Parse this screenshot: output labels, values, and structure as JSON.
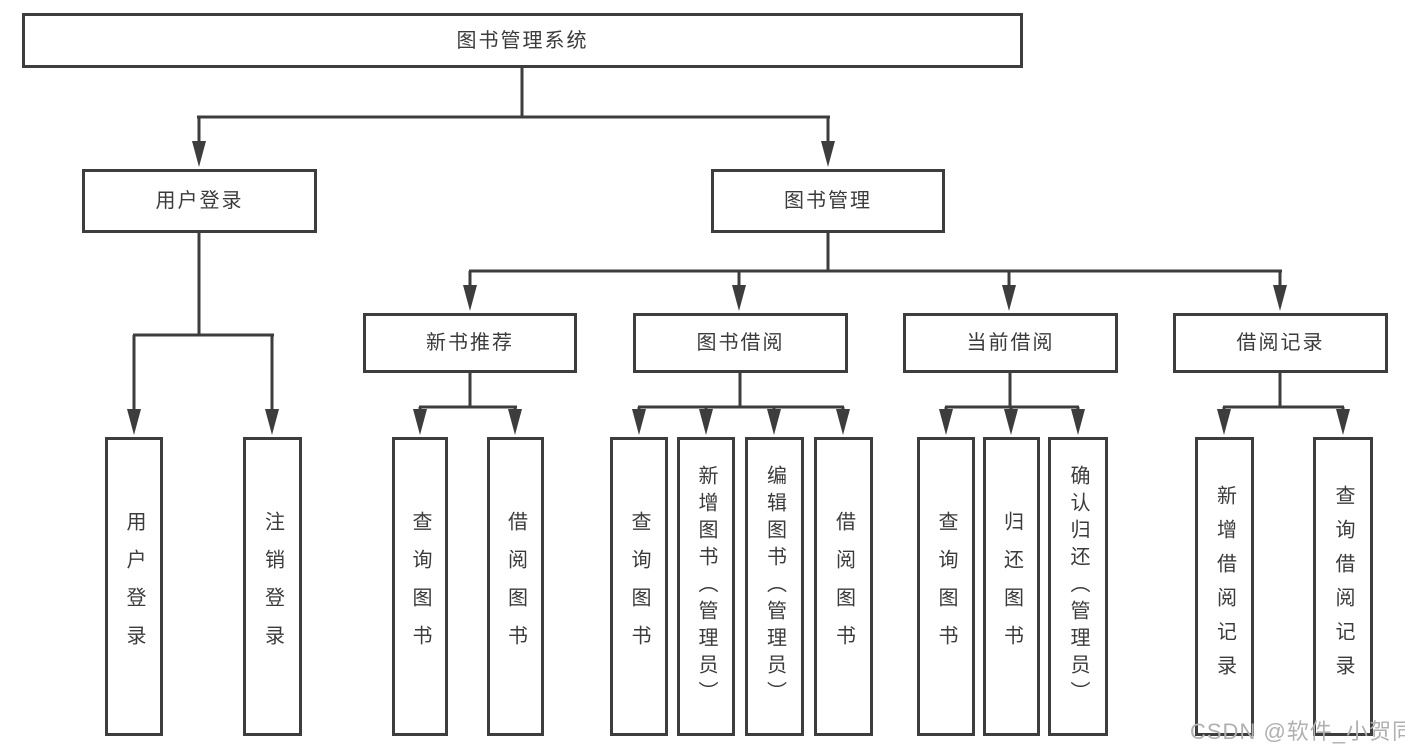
{
  "diagram_title": "图书管理系统",
  "watermark": "CSDN @软件_小贺同学",
  "colors": {
    "line": "#3d3d3d",
    "box_border": "#3d3d3d",
    "text": "#3b3b3b",
    "watermark": "#b0b0b0",
    "background": "#ffffff"
  },
  "tree": {
    "root": {
      "label": "图书管理系统"
    },
    "branches": [
      {
        "label": "用户登录",
        "children": [
          {
            "label": "用户登录"
          },
          {
            "label": "注销登录"
          }
        ]
      },
      {
        "label": "图书管理",
        "children": [
          {
            "label": "新书推荐",
            "children": [
              {
                "label": "查询图书"
              },
              {
                "label": "借阅图书"
              }
            ]
          },
          {
            "label": "图书借阅",
            "children": [
              {
                "label": "查询图书"
              },
              {
                "label": "新增图书（管理员）"
              },
              {
                "label": "编辑图书（管理员）"
              },
              {
                "label": "借阅图书"
              }
            ]
          },
          {
            "label": "当前借阅",
            "children": [
              {
                "label": "查询图书"
              },
              {
                "label": "归还图书"
              },
              {
                "label": "确认归还（管理员）"
              }
            ]
          },
          {
            "label": "借阅记录",
            "children": [
              {
                "label": "新增借阅记录"
              },
              {
                "label": "查询借阅记录"
              }
            ]
          }
        ]
      }
    ]
  }
}
